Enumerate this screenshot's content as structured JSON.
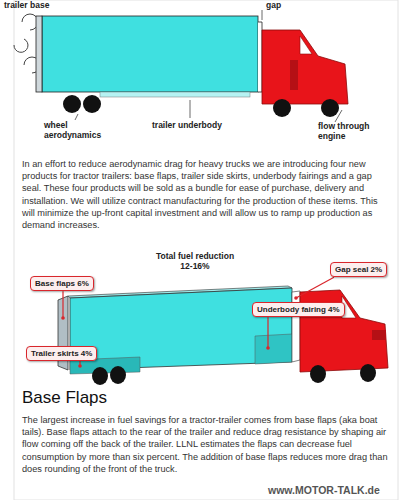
{
  "diagram": {
    "nodes": [
      {
        "text": [
          "Base flaps 6%"
        ]
      },
      {
        "text": [
          "Gap seal 2%"
        ]
      },
      {
        "text": [
          "Underbody fairing 4%"
        ]
      },
      {
        "text": [
          "Trailer skirts 4%"
        ]
      }
    ],
    "labels": [
      "trailer base",
      "gap",
      "wheel aerodynamics",
      "trailer underbody",
      "flow through engine",
      "In an effort to reduce aerodynamic drag for heavy trucks we are introducing four new products for tractor trailers: base flaps, trailer side skirts, underbody fairings and a gap seal. These four products will be sold as a bundle for ease of purchase, delivery and installation. We will utilize contract manufacturing for the production of these items. This will minimize the up-front capital investment and will allow us to ramp up production as demand increases.",
      "Total fuel reduction 12-16%",
      "Base Flaps",
      "The largest increase in fuel savings for a tractor-trailer comes from base flaps (aka boat tails). Base flaps attach to the rear of the trailer and reduce drag resistance by shaping air flow coming off the back of the trailer. LLNL estimates the flaps can decrease fuel consumption by more than six percent. The addition of base flaps reduces more drag than does rounding of the front of the truck.",
      "www.MOTOR-TALK.de"
    ]
  }
}
